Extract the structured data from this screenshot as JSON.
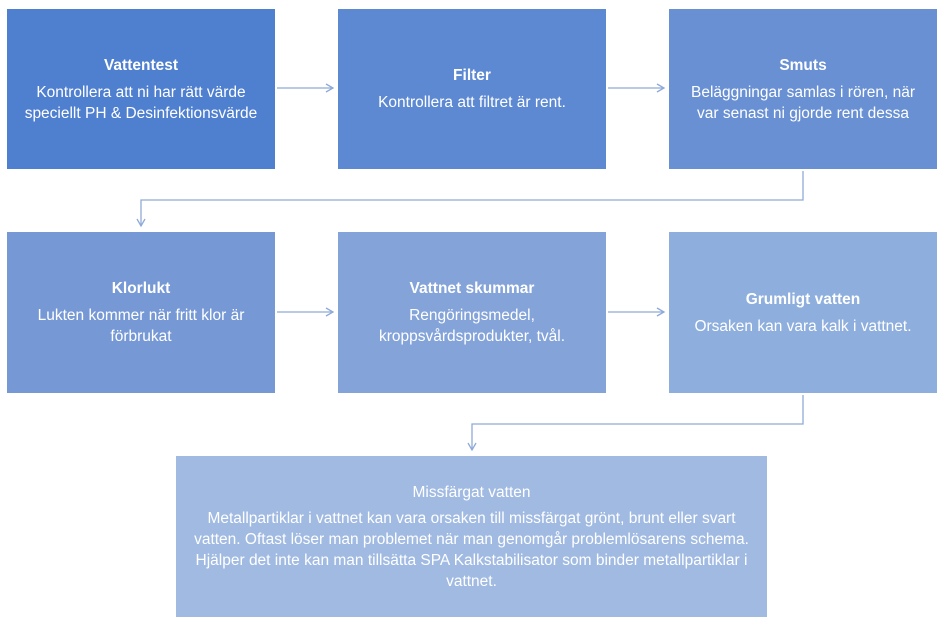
{
  "nodes": [
    {
      "title": "Vattentest",
      "desc": "Kontrollera att ni har rätt värde speciellt PH & Desinfektionsvärde"
    },
    {
      "title": "Filter",
      "desc": "Kontrollera att filtret är rent."
    },
    {
      "title": "Smuts",
      "desc": "Beläggningar samlas i rören, när var senast ni gjorde rent dessa"
    },
    {
      "title": "Klorlukt",
      "desc": "Lukten kommer när fritt klor är förbrukat"
    },
    {
      "title": "Vattnet skummar",
      "desc": "Rengöringsmedel, kroppsvårdsprodukter, tvål."
    },
    {
      "title": "Grumligt vatten",
      "desc": "Orsaken kan vara kalk i vattnet."
    },
    {
      "title": "Missfärgat vatten",
      "desc": "Metallpartiklar i vattnet kan vara orsaken till missfärgat grönt, brunt eller svart vatten. Oftast löser man problemet när man genomgår problemlösarens schema. Hjälper det inte kan man tillsätta SPA Kalkstabilisator som binder metallpartiklar i vattnet."
    }
  ],
  "colors": {
    "connector": "#8eaad8"
  }
}
